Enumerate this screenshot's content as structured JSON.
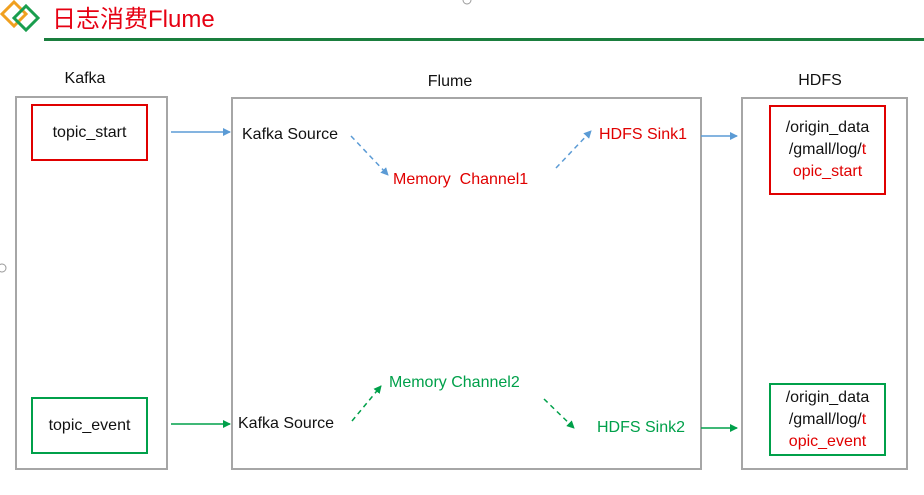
{
  "title": "日志消费Flume",
  "columns": {
    "kafka": "Kafka",
    "flume": "Flume",
    "hdfs": "HDFS"
  },
  "kafka": {
    "topic_start": "topic_start",
    "topic_event": "topic_event"
  },
  "flume": {
    "source1": "Kafka Source",
    "channel1": "Memory  Channel1",
    "sink1": "HDFS Sink1",
    "source2": "Kafka Source",
    "channel2": "Memory Channel2",
    "sink2": "HDFS Sink2"
  },
  "hdfs": {
    "path1": {
      "line1": "/origin_data",
      "line2_prefix": "/gmall/log/",
      "line2_suffix": "t",
      "line3": "opic_start"
    },
    "path2": {
      "line1": "/origin_data",
      "line2_prefix": "/gmall/log/",
      "line2_suffix": "t",
      "line3": "opic_event"
    }
  },
  "colors": {
    "title": "#e60012",
    "rule": "#1a7e3e",
    "red": "#e00000",
    "green": "#00a04a",
    "blue_arrow": "#5b9bd5",
    "panel_border": "#a6a6a6"
  },
  "icons": [
    "diamond-logo-icon"
  ]
}
